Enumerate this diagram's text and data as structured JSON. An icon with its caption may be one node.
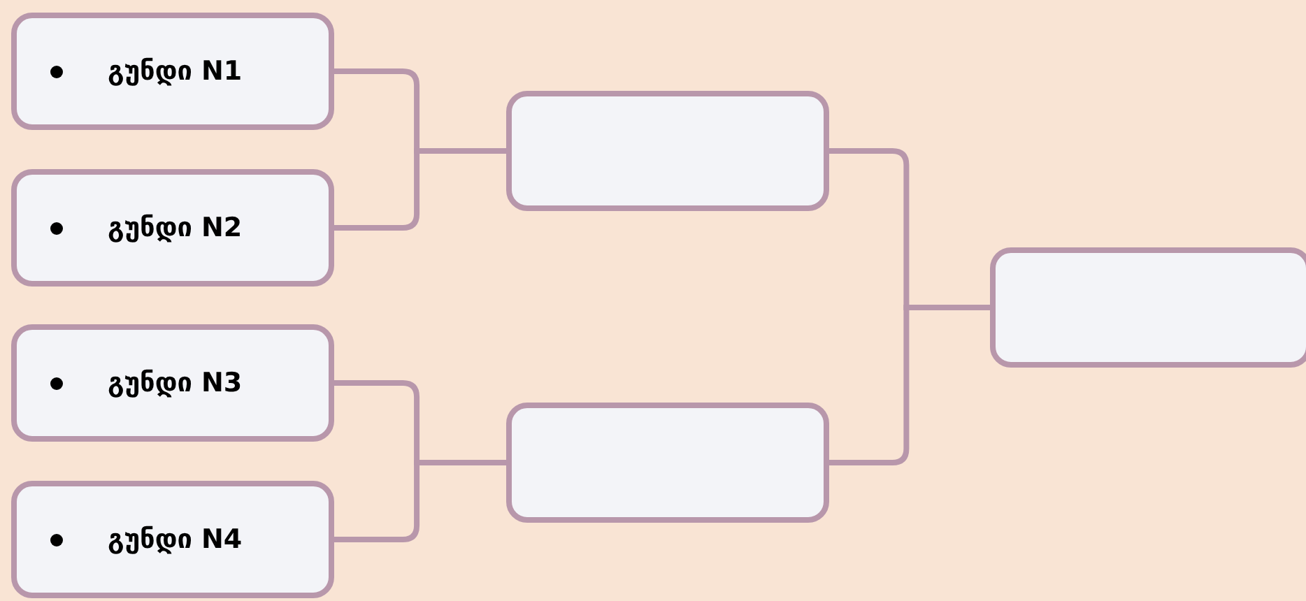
{
  "diagram": {
    "nodes": [
      {
        "text": [
          "გუნდი N1"
        ]
      },
      {
        "text": [
          "გუნდი N2"
        ]
      },
      {
        "text": [
          "გუნდი N3"
        ]
      },
      {
        "text": [
          "გუნდი N4"
        ]
      },
      {
        "text": [],
        "shape": "box"
      },
      {
        "text": [],
        "shape": "box"
      },
      {
        "text": [],
        "shape": "box"
      }
    ],
    "edges": [
      {
        "from": 0,
        "to": 4,
        "arrow": "none"
      },
      {
        "from": 1,
        "to": 4,
        "arrow": "none"
      },
      {
        "from": 2,
        "to": 5,
        "arrow": "none"
      },
      {
        "from": 3,
        "to": 5,
        "arrow": "none"
      },
      {
        "from": 4,
        "to": 6,
        "arrow": "none"
      },
      {
        "from": 5,
        "to": 6,
        "arrow": "none"
      }
    ]
  }
}
